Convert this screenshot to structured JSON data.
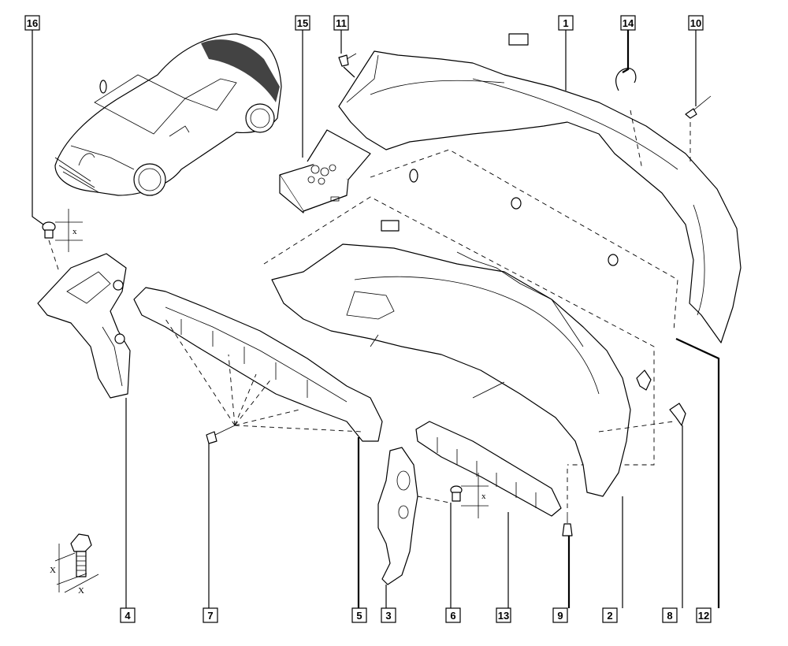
{
  "diagram": {
    "title": "Rear bumper exploded parts diagram",
    "callouts": [
      {
        "id": "callout-16",
        "label": "16"
      },
      {
        "id": "callout-15",
        "label": "15"
      },
      {
        "id": "callout-11",
        "label": "11"
      },
      {
        "id": "callout-1",
        "label": "1"
      },
      {
        "id": "callout-14",
        "label": "14"
      },
      {
        "id": "callout-10",
        "label": "10"
      },
      {
        "id": "callout-4",
        "label": "4"
      },
      {
        "id": "callout-7",
        "label": "7"
      },
      {
        "id": "callout-5",
        "label": "5"
      },
      {
        "id": "callout-3",
        "label": "3"
      },
      {
        "id": "callout-6",
        "label": "6"
      },
      {
        "id": "callout-13",
        "label": "13"
      },
      {
        "id": "callout-9",
        "label": "9"
      },
      {
        "id": "callout-2",
        "label": "2"
      },
      {
        "id": "callout-8",
        "label": "8"
      },
      {
        "id": "callout-12",
        "label": "12"
      }
    ],
    "dimension_labels": {
      "clip_16_dim": "x",
      "clip_6_dim": "x",
      "bolt_vertical_dim": "X",
      "bolt_horizontal_dim": "X"
    }
  }
}
